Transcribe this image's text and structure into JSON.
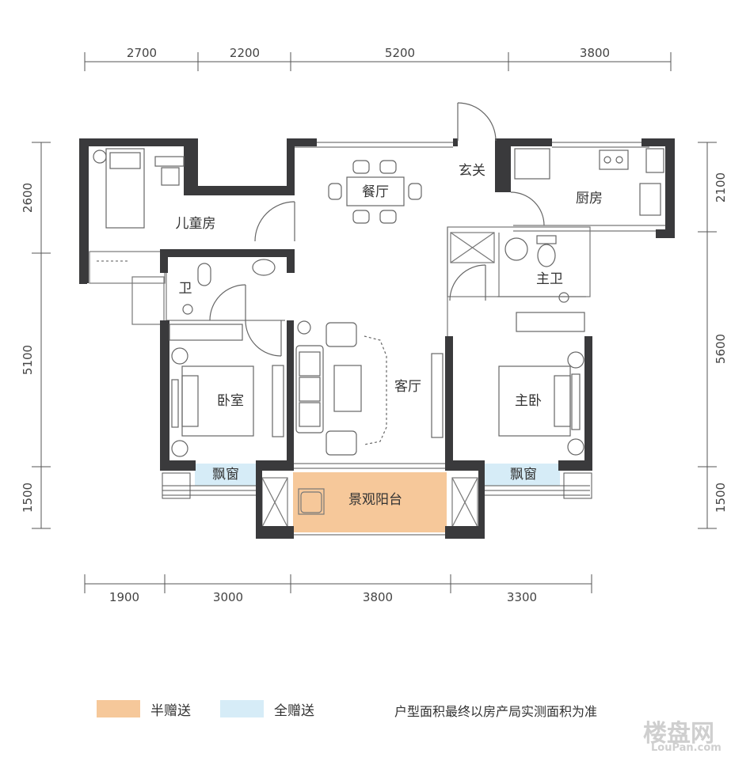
{
  "dimensions": {
    "top": [
      "2700",
      "2200",
      "5200",
      "3800"
    ],
    "bottom": [
      "1900",
      "3000",
      "3800",
      "3300"
    ],
    "left": [
      "2600",
      "5100",
      "1500"
    ],
    "right": [
      "2100",
      "5600",
      "1500"
    ]
  },
  "rooms": {
    "children_room": "儿童房",
    "dining": "餐厅",
    "foyer": "玄关",
    "kitchen": "厨房",
    "bath": "卫",
    "master_bath": "主卫",
    "living": "客厅",
    "bedroom": "卧室",
    "master_bedroom": "主卧",
    "bay_window_left": "飘窗",
    "bay_window_right": "飘窗",
    "balcony": "景观阳台"
  },
  "legend": {
    "half_gift": "半赠送",
    "full_gift": "全赠送",
    "note": "户型面积最终以房产局实测面积为准"
  },
  "colors": {
    "half_gift": "#f6c89a",
    "full_gift": "#d6ecf7",
    "wall": "#3a3a3c"
  },
  "watermark": {
    "cn": "楼盘网",
    "url": "LouPan.com"
  }
}
